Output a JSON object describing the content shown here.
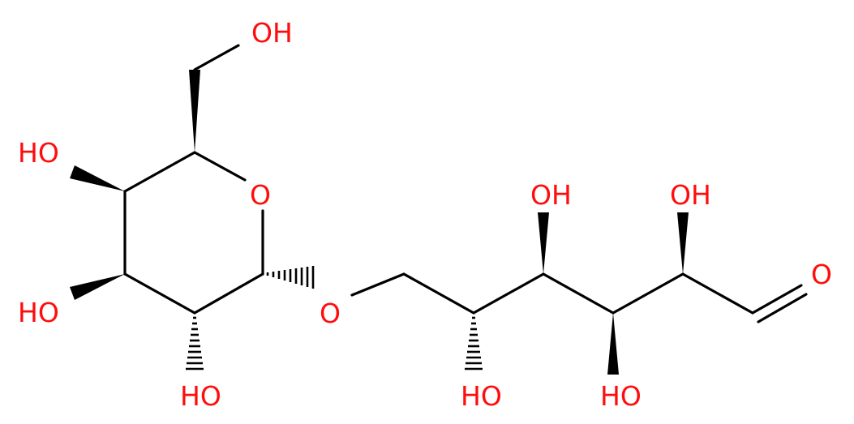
{
  "diagram": {
    "type": "chemical-structure",
    "atom_color": "#ff0d0d",
    "bond_color": "#000000",
    "atoms": [
      {
        "id": "oh-ch2",
        "text": "OH"
      },
      {
        "id": "oh-c4",
        "text": "HO"
      },
      {
        "id": "o-ring",
        "text": "O"
      },
      {
        "id": "oh-c3",
        "text": "HO"
      },
      {
        "id": "o-glyco",
        "text": "O"
      },
      {
        "id": "oh-c2",
        "text": "HO"
      },
      {
        "id": "oh-c5chain",
        "text": "HO"
      },
      {
        "id": "oh-c4chain",
        "text": "OH"
      },
      {
        "id": "oh-c3chain",
        "text": "HO"
      },
      {
        "id": "oh-c2chain",
        "text": "OH"
      },
      {
        "id": "o-aldehyde",
        "text": "O"
      }
    ]
  }
}
